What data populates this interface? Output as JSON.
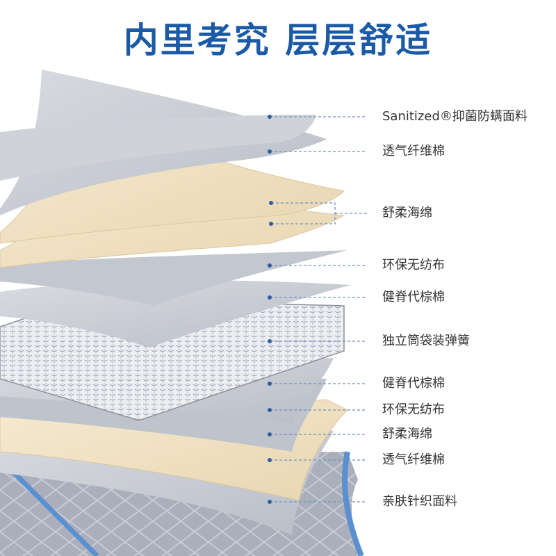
{
  "title": "内里考究 层层舒适",
  "layers": [
    {
      "label": "Sanitized®抑菌防螨面料"
    },
    {
      "label": "透气纤维棉"
    },
    {
      "label": "舒柔海绵"
    },
    {
      "label": "环保无纺布"
    },
    {
      "label": "健脊代棕棉"
    },
    {
      "label": "独立筒袋装弹簧"
    },
    {
      "label": "健脊代棕棉"
    },
    {
      "label": "环保无纺布"
    },
    {
      "label": "舒柔海绵"
    },
    {
      "label": "透气纤维棉"
    },
    {
      "label": "亲肤针织面料"
    }
  ],
  "colors": {
    "title": "#1a5aa6",
    "grey_layer": "#c9ccd3",
    "foam_layer": "#f2e3c4",
    "fabric_edge": "#5a8fd0"
  }
}
